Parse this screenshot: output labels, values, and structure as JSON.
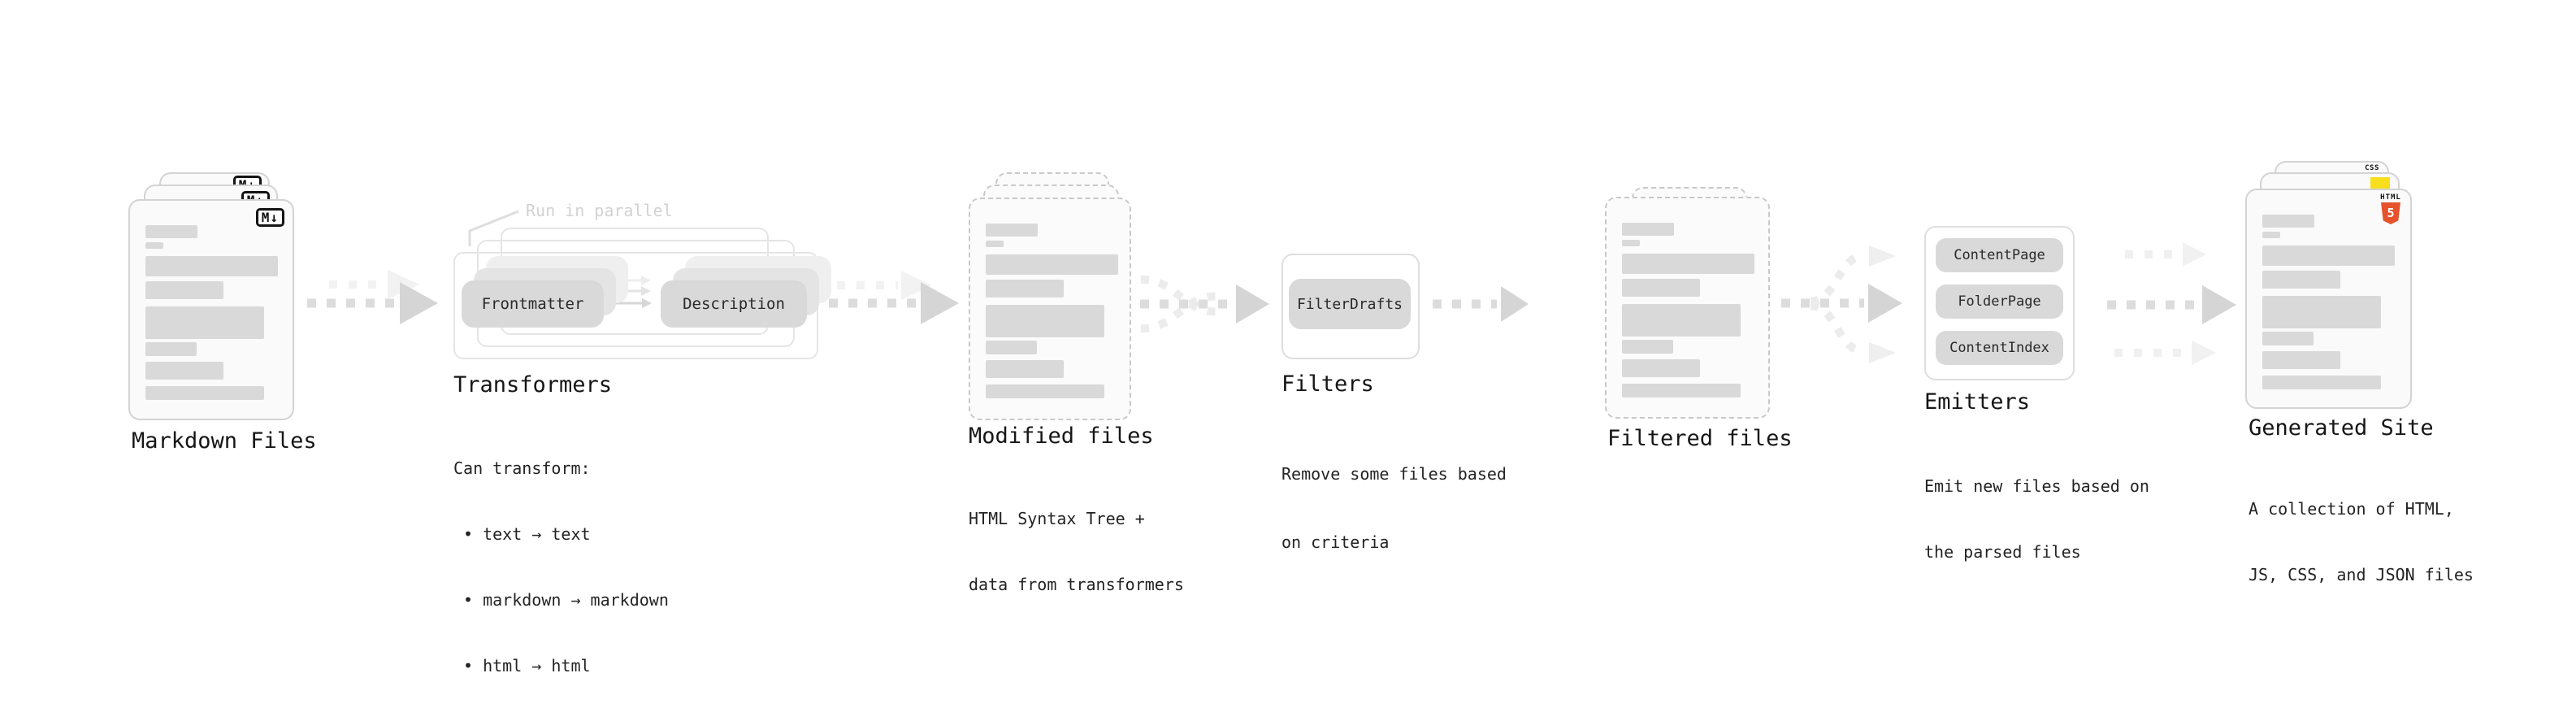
{
  "stages": {
    "markdown_files": {
      "label": "Markdown Files",
      "badge": "M↓"
    },
    "transformers": {
      "label": "Transformers",
      "note": "Run in parallel",
      "chip_left": "Frontmatter",
      "chip_right": "Description",
      "desc_heading": "Can transform:",
      "bullets": [
        "• text → text",
        "• markdown → markdown",
        "• html → html"
      ]
    },
    "modified_files": {
      "label": "Modified files",
      "desc_line1": "HTML Syntax Tree +",
      "desc_line2": "data from transformers"
    },
    "filters": {
      "label": "Filters",
      "chip": "FilterDrafts",
      "desc_line1": "Remove some files based",
      "desc_line2": "on criteria"
    },
    "filtered_files": {
      "label": "Filtered files"
    },
    "emitters": {
      "label": "Emitters",
      "chips": [
        "ContentPage",
        "FolderPage",
        "ContentIndex"
      ],
      "desc_line1": "Emit new files based on",
      "desc_line2": "the parsed files"
    },
    "generated_site": {
      "label": "Generated Site",
      "desc_line1": "A collection of HTML,",
      "desc_line2": "JS, CSS, and JSON files",
      "badge_css": "CSS",
      "badge_html": "HTML",
      "badge_html5_number": "5"
    }
  },
  "colors": {
    "html5_orange": "#e5532c",
    "js_yellow": "#f7df1e",
    "css_blue": "#2962f1",
    "placeholder_gray": "#d9d9d9"
  }
}
